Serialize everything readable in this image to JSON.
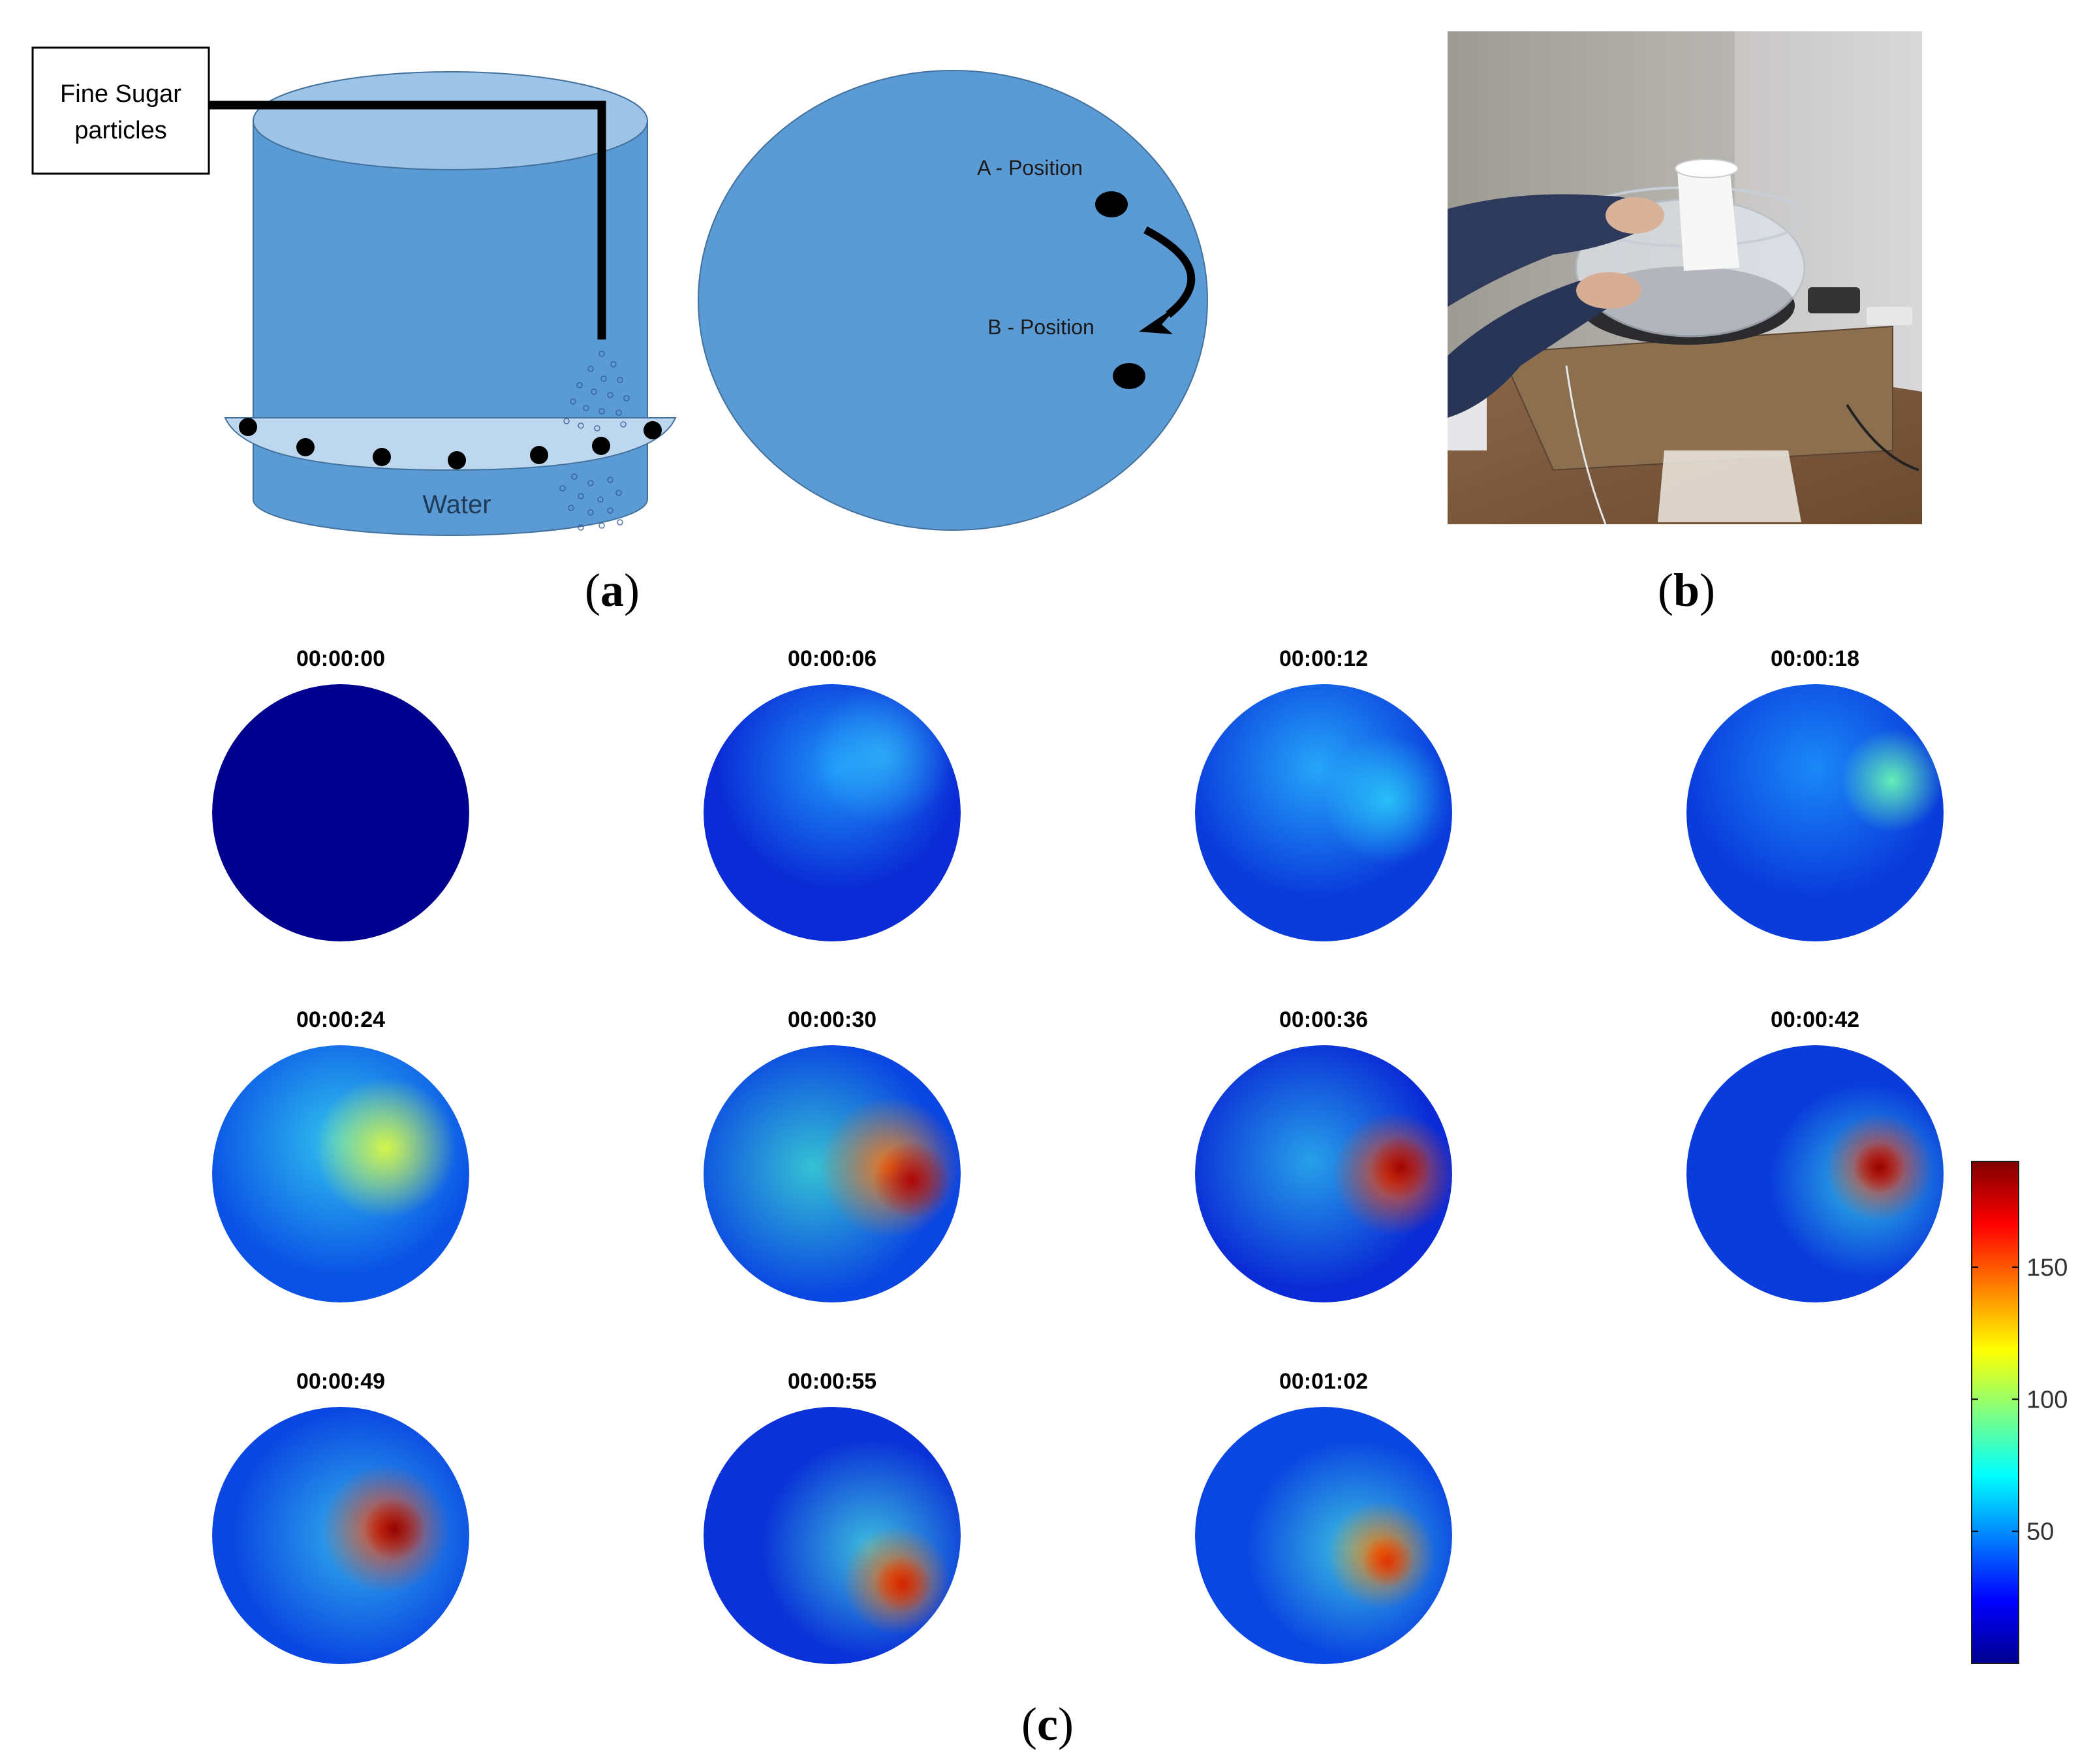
{
  "panel_a": {
    "sugar_box_line1": "Fine Sugar",
    "sugar_box_line2": "particles",
    "water_label": "Water",
    "position_a_label": "A - Position",
    "position_b_label": "B - Position",
    "caption_open": "(",
    "caption_letter": "a",
    "caption_close": ")"
  },
  "panel_b": {
    "caption_open": "(",
    "caption_letter": "b",
    "caption_close": ")"
  },
  "panel_c": {
    "caption_open": "(",
    "caption_letter": "c",
    "caption_close": ")",
    "frames": [
      {
        "time": "00:00:00"
      },
      {
        "time": "00:00:06"
      },
      {
        "time": "00:00:12"
      },
      {
        "time": "00:00:18"
      },
      {
        "time": "00:00:24"
      },
      {
        "time": "00:00:30"
      },
      {
        "time": "00:00:36"
      },
      {
        "time": "00:00:42"
      },
      {
        "time": "00:00:49"
      },
      {
        "time": "00:00:55"
      },
      {
        "time": "00:01:02"
      }
    ],
    "colorbar": {
      "colormap": "jet",
      "range": [
        0,
        190
      ],
      "ticks": [
        50,
        100,
        150
      ],
      "tick_labels": [
        "50",
        "100",
        "150"
      ]
    }
  },
  "colors": {
    "tank_blue": "#5b9bd5",
    "tank_top": "#9dc3e6",
    "ring": "#bdd7ee",
    "sensor": "#000000"
  }
}
